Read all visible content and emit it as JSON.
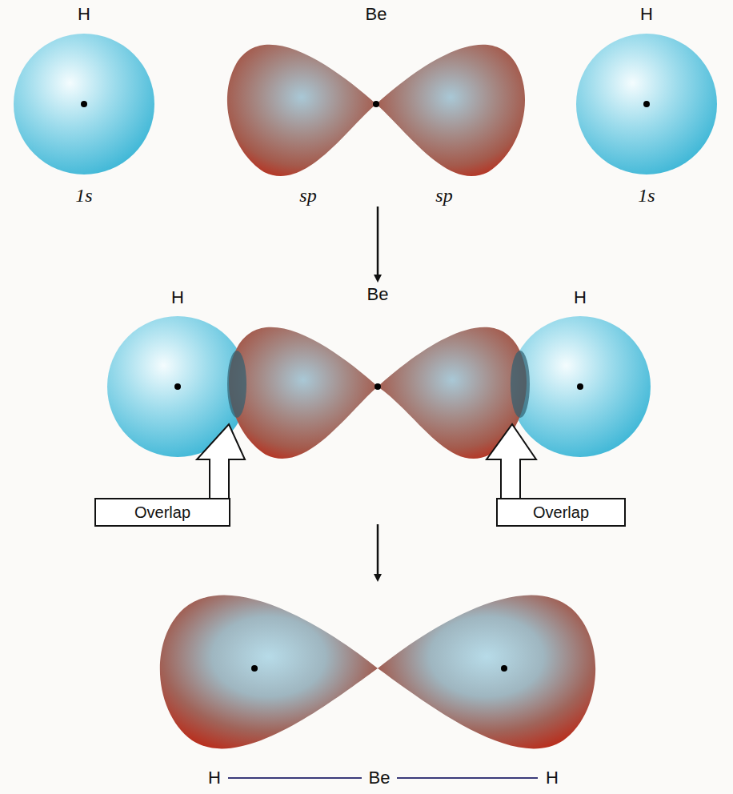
{
  "diagram": {
    "nodes": [
      {
        "text": [
          "Overlap"
        ]
      },
      {
        "text": [
          "Overlap"
        ]
      }
    ],
    "labels": [
      "H",
      "Be",
      "H",
      "1s",
      "sp",
      "sp",
      "1s",
      "H",
      "Be",
      "H",
      "H",
      "Be",
      "H"
    ]
  }
}
